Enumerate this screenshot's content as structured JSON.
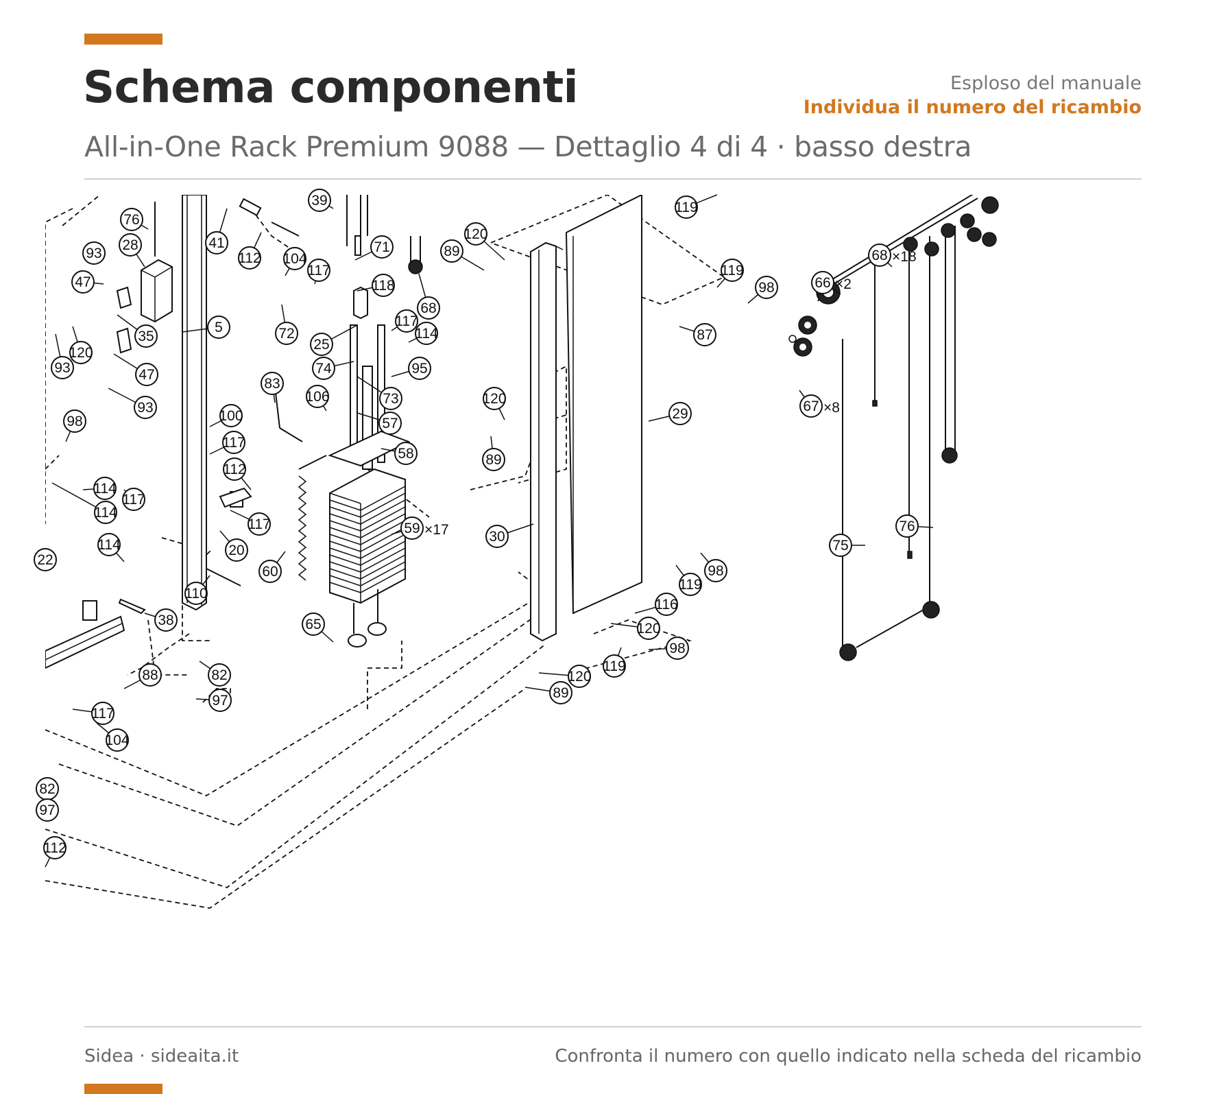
{
  "header": {
    "title": "Schema componenti",
    "subtitle": "All-in-One Rack Premium 9088 — Dettaglio 4 di 4 · basso destra",
    "kicker": "Esploso del manuale",
    "kicker_strong": "Individua il numero del ricambio"
  },
  "footer": {
    "left": "Sidea · sideaita.it",
    "right": "Confronta il numero con quello indicato nella scheda del ricambio"
  },
  "colors": {
    "accent": "#d2781e",
    "rule": "#cfcfcf",
    "ink": "#111111"
  },
  "callouts": [
    {
      "label": "76"
    },
    {
      "label": "93"
    },
    {
      "label": "28"
    },
    {
      "label": "47"
    },
    {
      "label": "35"
    },
    {
      "label": "93"
    },
    {
      "label": "120"
    },
    {
      "label": "47"
    },
    {
      "label": "93"
    },
    {
      "label": "98"
    },
    {
      "label": "5"
    },
    {
      "label": "41"
    },
    {
      "label": "112"
    },
    {
      "label": "104"
    },
    {
      "label": "117"
    },
    {
      "label": "72"
    },
    {
      "label": "71"
    },
    {
      "label": "118"
    },
    {
      "label": "25"
    },
    {
      "label": "117"
    },
    {
      "label": "114"
    },
    {
      "label": "68"
    },
    {
      "label": "74"
    },
    {
      "label": "95"
    },
    {
      "label": "73"
    },
    {
      "label": "57"
    },
    {
      "label": "83"
    },
    {
      "label": "106"
    },
    {
      "label": "58"
    },
    {
      "label": "100"
    },
    {
      "label": "117"
    },
    {
      "label": "112"
    },
    {
      "label": "114"
    },
    {
      "label": "117"
    },
    {
      "label": "114"
    },
    {
      "label": "117"
    },
    {
      "label": "20"
    },
    {
      "label": "114"
    },
    {
      "label": "60"
    },
    {
      "label": "59",
      "qty": "×17"
    },
    {
      "label": "110"
    },
    {
      "label": "22"
    },
    {
      "label": "38"
    },
    {
      "label": "65"
    },
    {
      "label": "88"
    },
    {
      "label": "82"
    },
    {
      "label": "97"
    },
    {
      "label": "117"
    },
    {
      "label": "104"
    },
    {
      "label": "82"
    },
    {
      "label": "97"
    },
    {
      "label": "112"
    },
    {
      "label": "89"
    },
    {
      "label": "120"
    },
    {
      "label": "119"
    },
    {
      "label": "119"
    },
    {
      "label": "98"
    },
    {
      "label": "87"
    },
    {
      "label": "120"
    },
    {
      "label": "89"
    },
    {
      "label": "29"
    },
    {
      "label": "30"
    },
    {
      "label": "98"
    },
    {
      "label": "119"
    },
    {
      "label": "116"
    },
    {
      "label": "120"
    },
    {
      "label": "98"
    },
    {
      "label": "119"
    },
    {
      "label": "120"
    },
    {
      "label": "89"
    },
    {
      "label": "68",
      "qty": "×18"
    },
    {
      "label": "66",
      "qty": "×2"
    },
    {
      "label": "67",
      "qty": "×8"
    },
    {
      "label": "76"
    },
    {
      "label": "75"
    },
    {
      "label": "39"
    }
  ]
}
